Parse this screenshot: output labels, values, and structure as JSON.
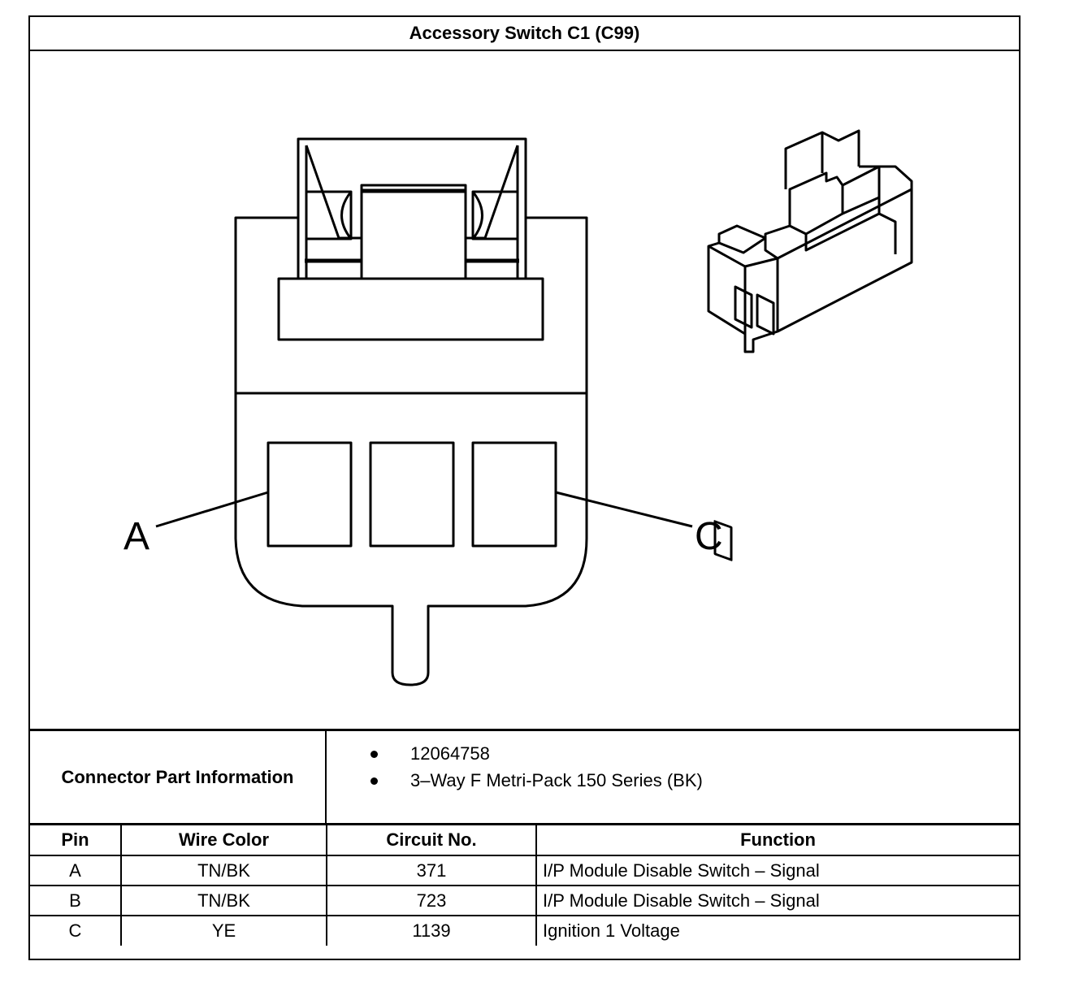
{
  "title": "Accessory Switch C1 (C99)",
  "diagram": {
    "pin_label_left": "A",
    "pin_label_right": "C"
  },
  "connector_info": {
    "label": "Connector Part Information",
    "items": [
      "12064758",
      "3–Way F Metri-Pack 150 Series (BK)"
    ]
  },
  "pin_table": {
    "headers": [
      "Pin",
      "Wire Color",
      "Circuit No.",
      "Function"
    ],
    "rows": [
      [
        "A",
        "TN/BK",
        "371",
        "I/P Module Disable Switch – Signal"
      ],
      [
        "B",
        "TN/BK",
        "723",
        "I/P Module Disable Switch – Signal"
      ],
      [
        "C",
        "YE",
        "1139",
        "Ignition 1 Voltage"
      ]
    ]
  }
}
